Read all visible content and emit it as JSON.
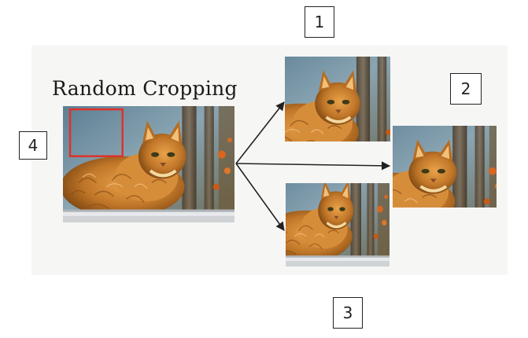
{
  "figure": {
    "title": "Random Cropping"
  },
  "labels": [
    "1",
    "2",
    "3",
    "4"
  ],
  "colors": {
    "crop_box": "#e0302a",
    "arrow": "#222222"
  },
  "icons": {
    "original": "cat-photo-icon",
    "crop": "cat-crop-icon"
  }
}
